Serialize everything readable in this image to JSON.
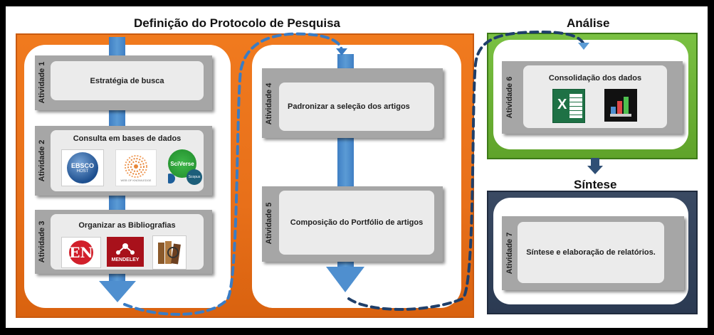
{
  "titles": {
    "protocolo": "Definição do Protocolo de Pesquisa",
    "analise": "Análise",
    "sintese": "Síntese"
  },
  "activities": [
    {
      "label": "Atividade 1",
      "text": "Estratégia de busca"
    },
    {
      "label": "Atividade 2",
      "text": "Consulta em bases de dados"
    },
    {
      "label": "Atividade 3",
      "text": "Organizar as Bibliografias"
    },
    {
      "label": "Atividade 4",
      "text": "Padronizar a seleção dos artigos"
    },
    {
      "label": "Atividade 5",
      "text": "Composição do Portfólio de artigos"
    },
    {
      "label": "Atividade 6",
      "text": "Consolidação dos dados"
    },
    {
      "label": "Atividade 7",
      "text": "Síntese e elaboração de relatórios."
    }
  ],
  "logos": {
    "ebsco": "EBSCO",
    "ebsco_sub": "HOST",
    "sciverse": "SciVerse",
    "scopus": "Scopus",
    "wok": "WEB OF KNOWLEDGE",
    "endnote": "EN",
    "mendeley": "MENDELEY",
    "excel": "X"
  },
  "colors": {
    "orange": "#ee7720",
    "green": "#6fb63a",
    "navy": "#34445c",
    "arrow": "#4f8fcf",
    "dashed": "#2f6fb5"
  }
}
